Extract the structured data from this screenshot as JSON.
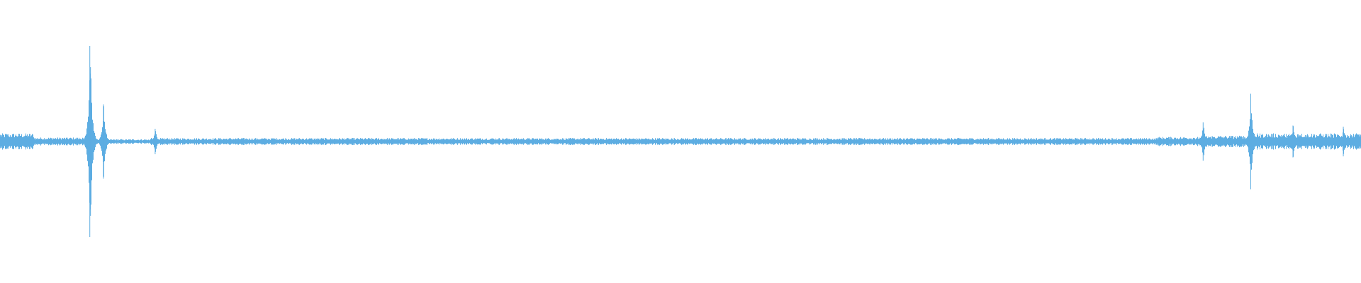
{
  "waveform": {
    "color": "#5DADE2",
    "background": "#ffffff",
    "baseline_amplitude": 0.03,
    "segments": [
      {
        "from": 0.0,
        "to": 0.025,
        "amplitude": 0.07
      },
      {
        "from": 0.025,
        "to": 0.063,
        "amplitude": 0.035
      },
      {
        "from": 0.063,
        "to": 0.07,
        "amplitude": 0.05
      },
      {
        "from": 0.07,
        "to": 0.11,
        "amplitude": 0.02
      },
      {
        "from": 0.11,
        "to": 0.5,
        "amplitude": 0.03
      },
      {
        "from": 0.5,
        "to": 0.85,
        "amplitude": 0.03
      },
      {
        "from": 0.85,
        "to": 0.885,
        "amplitude": 0.04
      },
      {
        "from": 0.885,
        "to": 0.92,
        "amplitude": 0.05
      },
      {
        "from": 0.92,
        "to": 1.0,
        "amplitude": 0.07
      }
    ],
    "spikes": [
      {
        "position": 0.066,
        "amplitude": 0.9
      },
      {
        "position": 0.0665,
        "amplitude": 0.7
      },
      {
        "position": 0.076,
        "amplitude": 0.35
      },
      {
        "position": 0.114,
        "amplitude": 0.12
      },
      {
        "position": 0.884,
        "amplitude": 0.18
      },
      {
        "position": 0.919,
        "amplitude": 0.45
      },
      {
        "position": 0.95,
        "amplitude": 0.15
      },
      {
        "position": 0.987,
        "amplitude": 0.14
      }
    ]
  }
}
